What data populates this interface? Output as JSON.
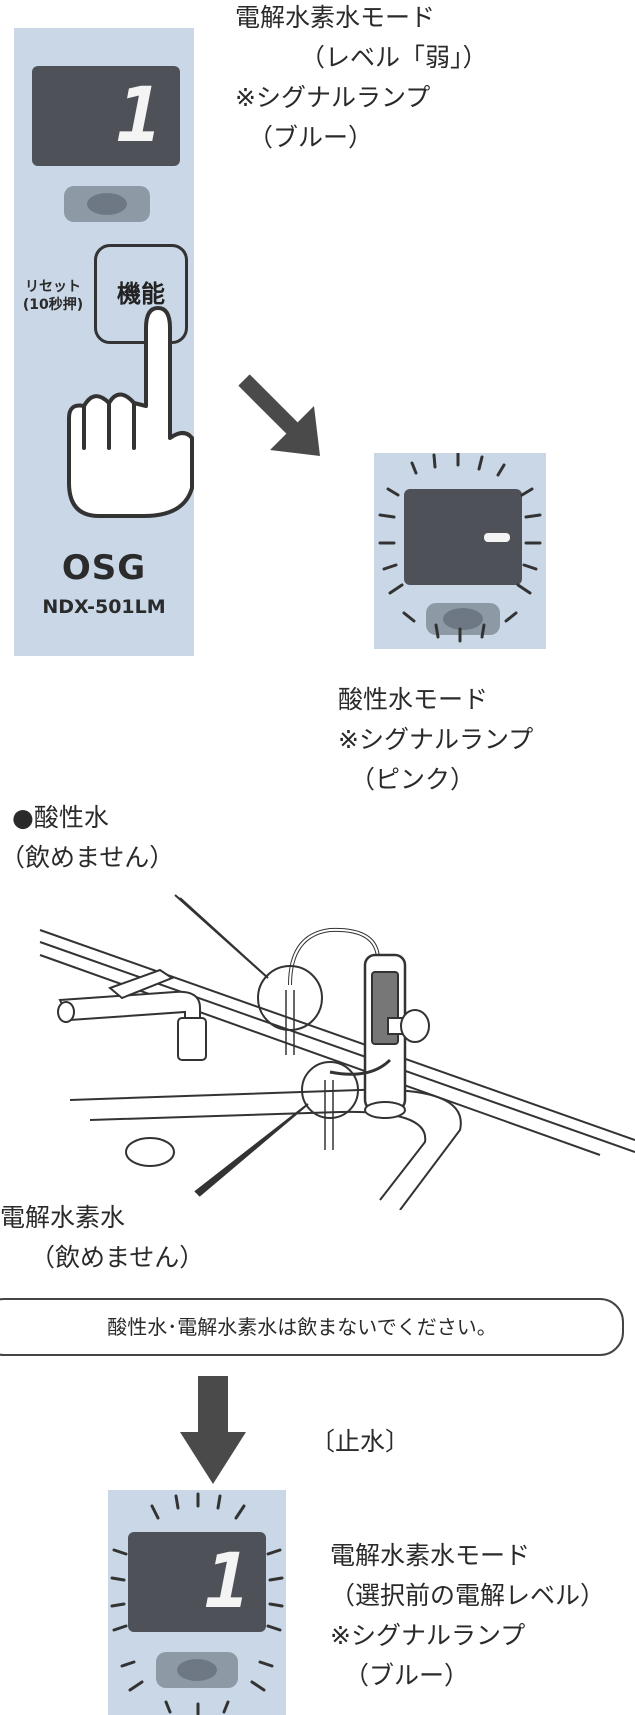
{
  "step1": {
    "mode": "電解水素水モード",
    "level": "（レベル「弱」）",
    "lamp": "※シグナルランプ",
    "color": "（ブルー）",
    "display_digit": "1"
  },
  "device": {
    "reset_line1": "リセット",
    "reset_line2": "(10秒押)",
    "function_button": "機能",
    "brand": "OSG",
    "model": "NDX-501LM"
  },
  "step2": {
    "mode": "酸性水モード",
    "lamp": "※シグナルランプ",
    "color": "（ピンク）",
    "display_symbol": "-"
  },
  "illustration": {
    "acid_water": "●酸性水",
    "acid_note": "（飲めません）",
    "hydrogen_water": "電解水素水",
    "hydrogen_note": "（飲めません）"
  },
  "notice": "酸性水･電解水素水は飲まないでください。",
  "step3": {
    "stop": "〔止水〕",
    "mode": "電解水素水モード",
    "level": "（選択前の電解レベル）",
    "lamp": "※シグナルランプ",
    "color": "（ブルー）",
    "display_digit": "1"
  },
  "colors": {
    "panel": "#c9d7e6",
    "lcd": "#4e5258",
    "arrow": "#4a4a4a"
  }
}
